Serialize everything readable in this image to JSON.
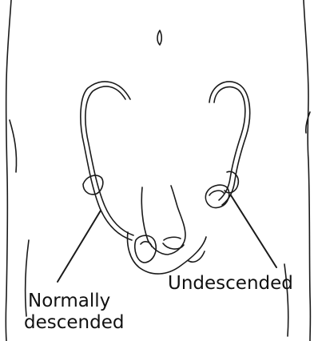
{
  "labels": {
    "normal_line1": "Normally",
    "normal_line2": "descended",
    "undescended": "Undescended"
  },
  "colors": {
    "line": "#1a1a1a",
    "background": "#ffffff"
  }
}
